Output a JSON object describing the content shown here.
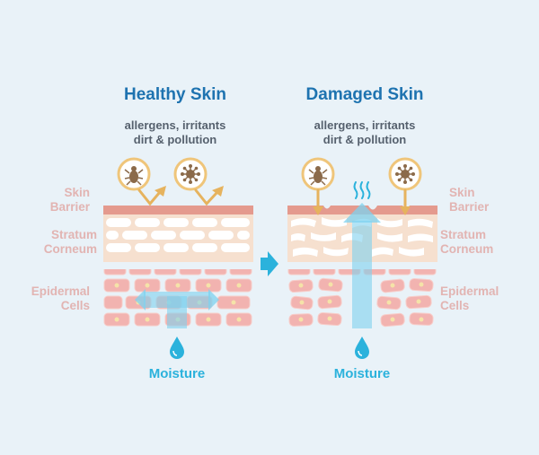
{
  "healthy": {
    "title": "Healthy Skin",
    "threats_line1": "allergens, irritants",
    "threats_line2": "dirt & pollution",
    "moisture": "Moisture"
  },
  "damaged": {
    "title": "Damaged Skin",
    "threats_line1": "allergens, irritants",
    "threats_line2": "dirt & pollution",
    "moisture": "Moisture"
  },
  "layers": {
    "barrier_1": "Skin",
    "barrier_2": "Barrier",
    "corneum_1": "Stratum",
    "corneum_2": "Corneum",
    "epidermal_1": "Epidermal",
    "epidermal_2": "Cells"
  },
  "icons": {
    "threat": "dust-mite-icon",
    "pathogen": "virus-icon",
    "drop": "water-drop-icon",
    "evaporation": "vapor-icon",
    "transition": "arrow-right-icon"
  },
  "colors": {
    "background": "#e9f2f8",
    "title": "#1e73b0",
    "barrier": "#e49a8e",
    "corneum": "#f6e0cf",
    "epidermal": "#f2b3b0",
    "moisture": "#2bb2dc",
    "icon_ring": "#efc57a",
    "icon_body": "#8b6a4a"
  }
}
